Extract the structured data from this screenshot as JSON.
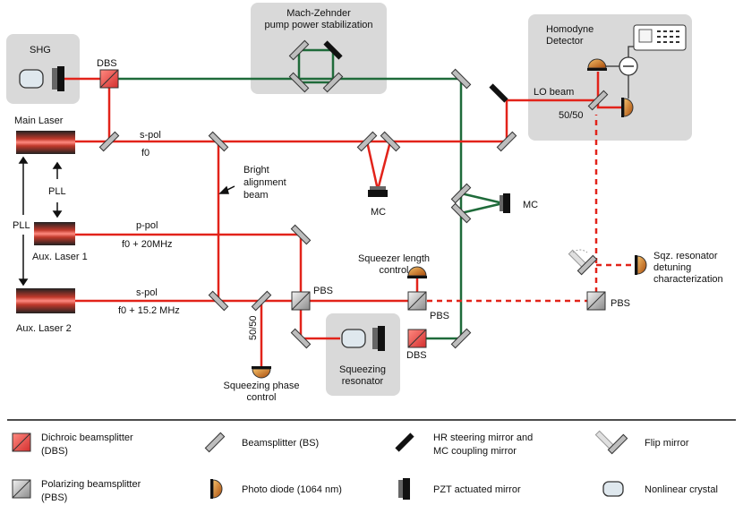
{
  "labels": {
    "shg": "SHG",
    "mz_line1": "Mach-Zehnder",
    "mz_line2": "pump power stabilization",
    "homodyne_line1": "Homodyne",
    "homodyne_line2": "Detector",
    "main_laser": "Main Laser",
    "dbs_top": "DBS",
    "s_pol_main": "s-pol",
    "f0_main": "f0",
    "lo_beam": "LO beam",
    "ratio_homodyne": "50/50",
    "bright_line1": "Bright",
    "bright_line2": "alignment",
    "bright_line3": "beam",
    "mc_left": "MC",
    "mc_right": "MC",
    "pll_upper": "PLL",
    "pll_left": "PLL",
    "p_pol": "p-pol",
    "f0_20": "f0 + 20MHz",
    "aux1": "Aux. Laser 1",
    "s_pol_aux2": "s-pol",
    "f0_15": "f0 + 15.2 MHz",
    "aux2": "Aux. Laser 2",
    "pbs_left": "PBS",
    "ratio_left": "50/50",
    "sq_phase_line1": "Squeezing phase",
    "sq_phase_line2": "control",
    "sq_length_line1": "Squeezer length",
    "sq_length_line2": "control",
    "pbs_mid": "PBS",
    "dbs_bottom": "DBS",
    "sq_res_line1": "Squeezing",
    "sq_res_line2": "resonator",
    "pbs_right": "PBS",
    "sqz_line1": "Sqz. resonator",
    "sqz_line2": "detuning",
    "sqz_line3": "characterization"
  },
  "legend": {
    "dbs_line1": "Dichroic beamsplitter",
    "dbs_line2": "(DBS)",
    "bs": "Beamsplitter (BS)",
    "hr_line1": "HR steering mirror and",
    "hr_line2": "MC coupling mirror",
    "flip": "Flip mirror",
    "pbs_line1": "Polarizing beamsplitter",
    "pbs_line2": "(PBS)",
    "pd": "Photo diode (1064 nm)",
    "pzt": "PZT actuated mirror",
    "crystal": "Nonlinear crystal"
  },
  "colors": {
    "red_beam": "#e2231a",
    "green_beam": "#1f6b3a",
    "box_fill": "#d9d9d9",
    "photodiode": "#c8701a"
  }
}
